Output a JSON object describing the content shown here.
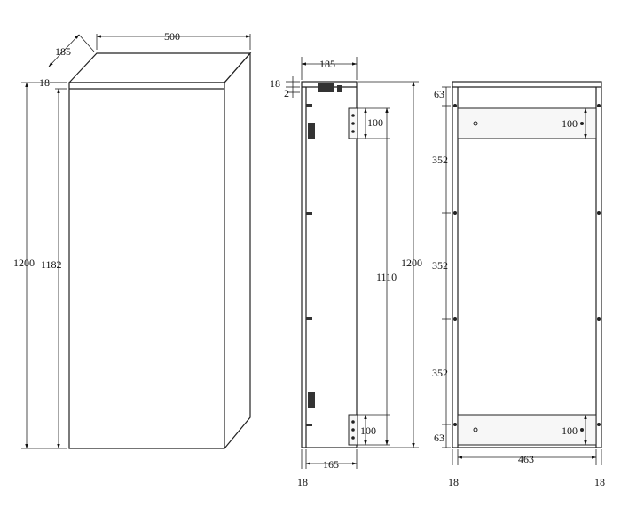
{
  "views": {
    "iso": {
      "depth_top": "185",
      "width_top": "500",
      "top_thickness": "18",
      "height_total": "1200",
      "height_inner": "1182"
    },
    "side": {
      "depth_top": "185",
      "top_thickness": "18",
      "gap": "2",
      "rail_top": "100",
      "rail_bottom": "100",
      "inner_span": "1110",
      "height_total": "1200",
      "inner_depth": "165",
      "bottom_thickness": "18"
    },
    "front": {
      "top_gap": "63",
      "bottom_gap": "63",
      "shelf_1": "352",
      "shelf_2": "352",
      "shelf_3": "352",
      "rail_top": "100",
      "rail_bottom": "100",
      "inner_width": "463",
      "left_panel": "18",
      "right_panel": "18"
    }
  }
}
